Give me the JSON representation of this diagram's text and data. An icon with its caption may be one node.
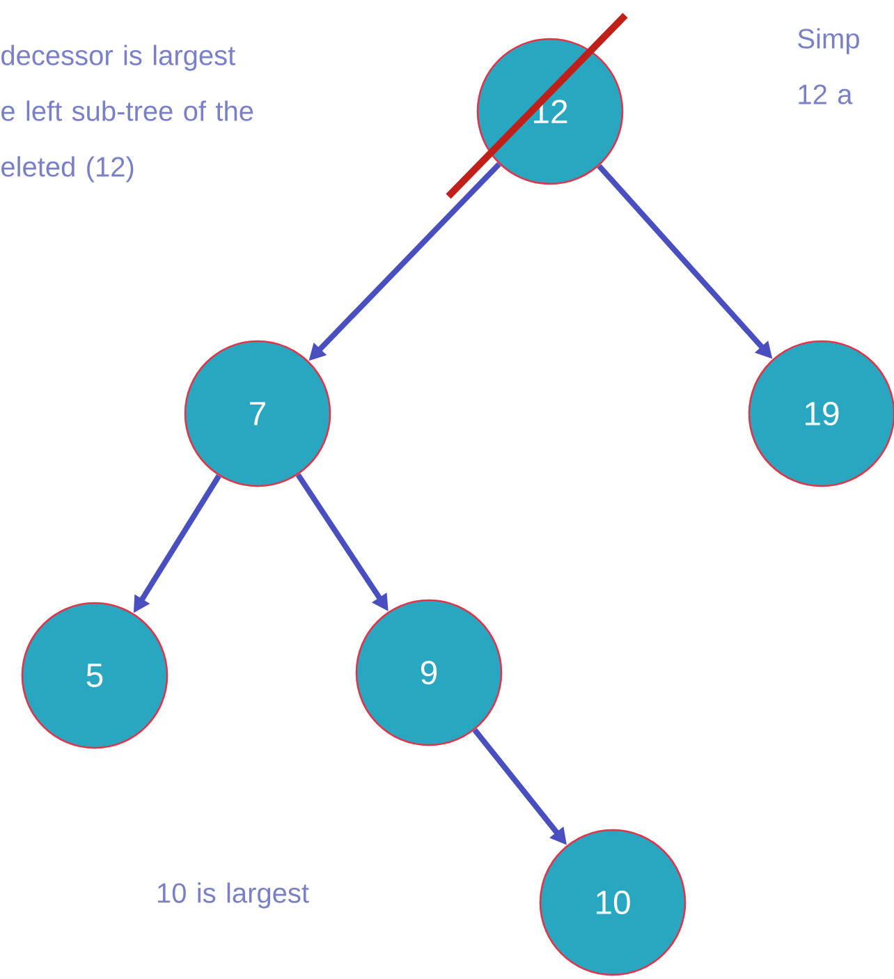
{
  "diagram": {
    "nodes": [
      {
        "text": [
          "12"
        ]
      },
      {
        "text": [
          "7"
        ]
      },
      {
        "text": [
          "19"
        ]
      },
      {
        "text": [
          "5"
        ]
      },
      {
        "text": [
          "9"
        ]
      },
      {
        "text": [
          "10"
        ]
      }
    ],
    "edges": [
      {
        "from": 0,
        "to": 1,
        "arrow": "to"
      },
      {
        "from": 0,
        "to": 2,
        "arrow": "to"
      },
      {
        "from": 1,
        "to": 3,
        "arrow": "to"
      },
      {
        "from": 1,
        "to": 4,
        "arrow": "to"
      },
      {
        "from": 4,
        "to": 5,
        "arrow": "to"
      }
    ],
    "labels": [
      "decessor is largest e left sub-tree of the eleted (12)",
      "Simp 12 a",
      "10 is largest"
    ]
  }
}
